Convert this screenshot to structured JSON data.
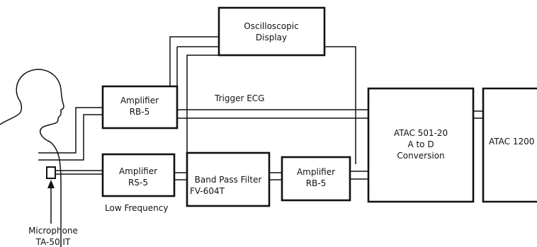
{
  "blocks": {
    "oscilloscope": {
      "line1": "Oscilloscopic",
      "line2": "Display"
    },
    "amp_top": {
      "line1": "Amplifier",
      "line2": "RB-5"
    },
    "amp_low": {
      "line1": "Amplifier",
      "line2": "RS-5"
    },
    "band_pass": {
      "line1": "Band Pass Filter",
      "line2": "FV-604T"
    },
    "amp_right": {
      "line1": "Amplifier",
      "line2": "RB-5"
    },
    "atac_ad": {
      "line1": "ATAC 501-20",
      "line2": "A to D",
      "line3": "Conversion"
    },
    "atac_1200": {
      "line1": "ATAC 1200"
    }
  },
  "labels": {
    "trigger": "Trigger ECG",
    "low_frequency": "Low Frequency",
    "microphone_line1": "Microphone",
    "microphone_line2": "TA-50 IT"
  }
}
